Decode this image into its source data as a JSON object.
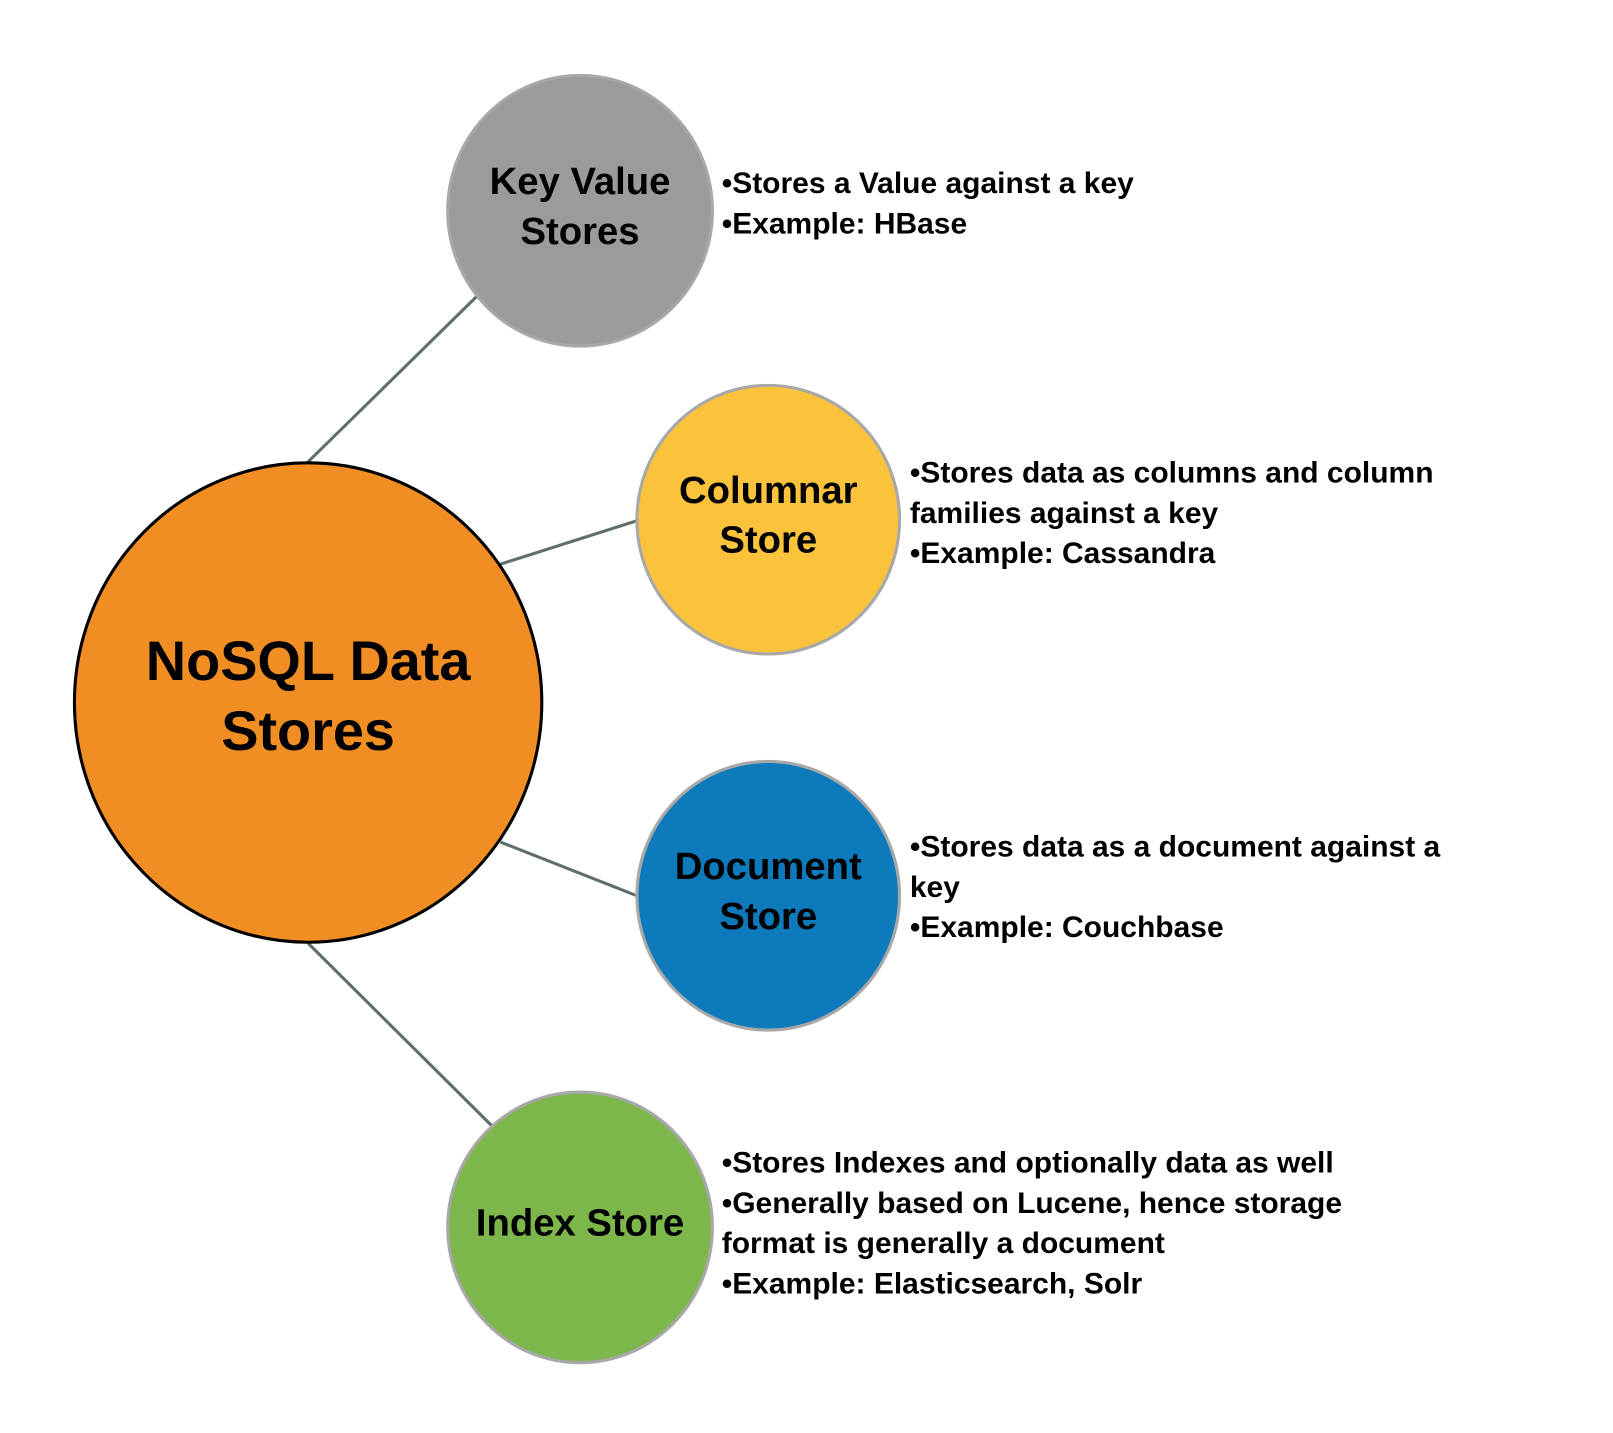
{
  "title_lines": [
    "NoSQL Data",
    "Stores"
  ],
  "colors": {
    "center": "#f08e24",
    "key_value": "#9b9b9b",
    "columnar": "#fbc33b",
    "document": "#0d7bbb",
    "index": "#7db64a",
    "connector": "#5f6f6a"
  },
  "nodes": [
    {
      "label_lines": [
        "Key Value",
        "Stores"
      ],
      "desc_lines": [
        "•Stores a Value against a key",
        "•Example: HBase"
      ]
    },
    {
      "label_lines": [
        "Columnar",
        "Store"
      ],
      "desc_lines": [
        "•Stores data as columns and column",
        "families against a key",
        "•Example: Cassandra"
      ]
    },
    {
      "label_lines": [
        "Document",
        "Store"
      ],
      "desc_lines": [
        "•Stores data as a document against a",
        "key",
        "•Example: Couchbase"
      ]
    },
    {
      "label_lines": [
        "Index Store"
      ],
      "desc_lines": [
        "•Stores Indexes and optionally data as well",
        "•Generally based on Lucene, hence storage",
        "format is generally a document",
        "•Example: Elasticsearch, Solr"
      ]
    }
  ]
}
